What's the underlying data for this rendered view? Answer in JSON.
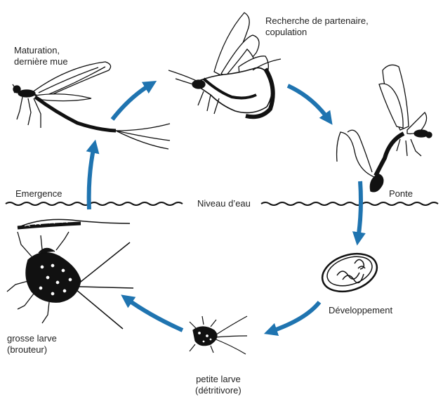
{
  "labels": {
    "maturation": "Maturation,\ndernière mue",
    "recherche": "Recherche de partenaire,\ncopulation",
    "ponte": "Ponte",
    "emergence": "Emergence",
    "niveau_eau": "Niveau d’eau",
    "developpement": "Développement",
    "petite_larve": "petite larve\n(détritivore)",
    "grosse_larve": "grosse larve\n(brouteur)"
  },
  "colors": {
    "arrow": "#1f74b0",
    "ink": "#111111"
  },
  "icons": [
    "adult-mayfly-icon",
    "mating-pair-icon",
    "laying-female-icon",
    "egg-icon",
    "small-larva-icon",
    "large-larva-icon",
    "nymph-skin-icon"
  ]
}
